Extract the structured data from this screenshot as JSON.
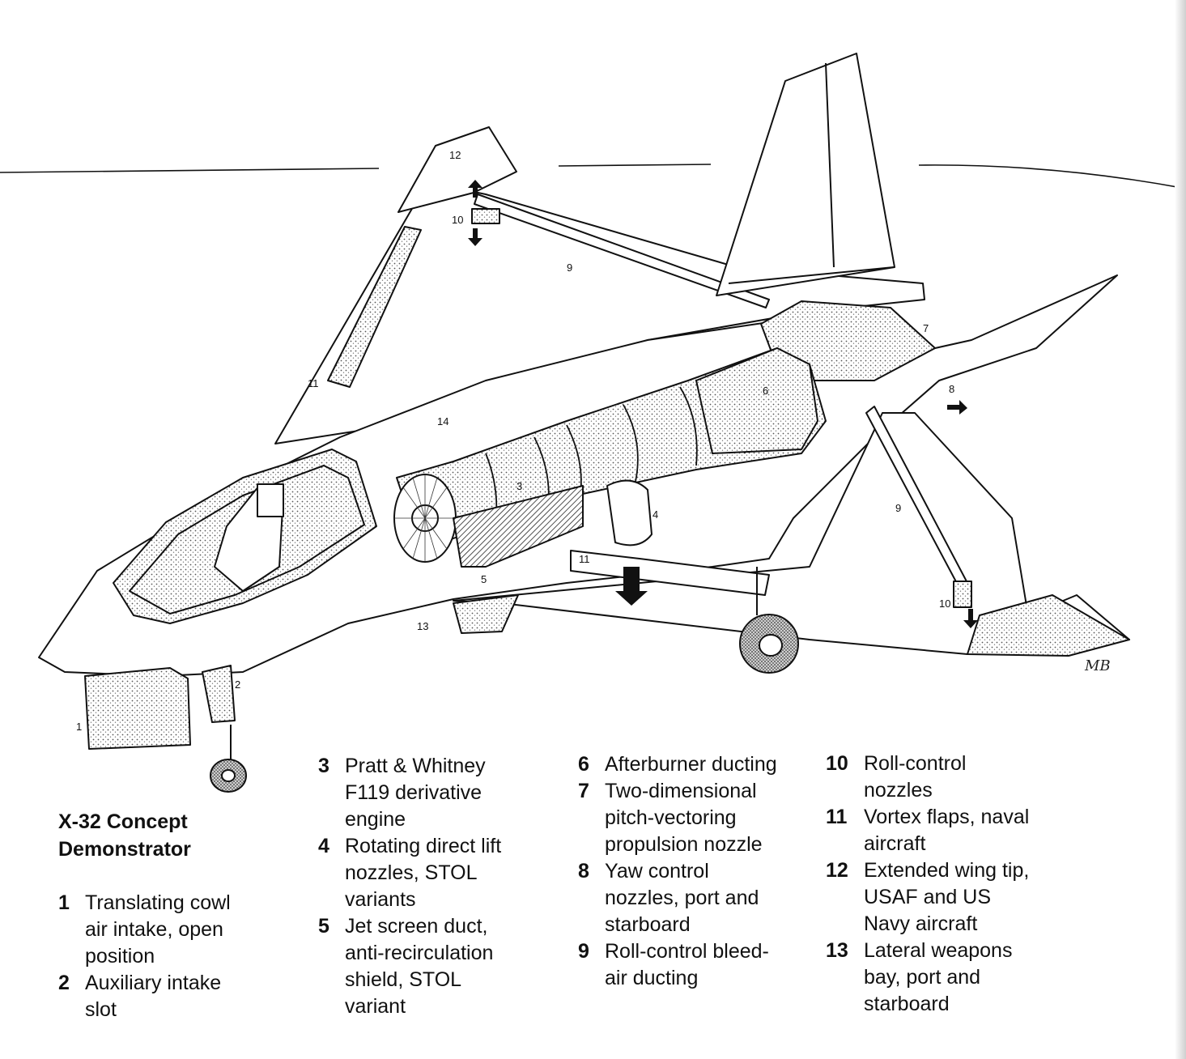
{
  "title": {
    "line1": "X-32 Concept",
    "line2": "Demonstrator"
  },
  "key": {
    "columns": [
      [
        {
          "num": "1",
          "text": "Translating cowl air intake, open position"
        },
        {
          "num": "2",
          "text": "Auxiliary intake slot"
        }
      ],
      [
        {
          "num": "3",
          "text": "Pratt & Whitney F119 derivative engine"
        },
        {
          "num": "4",
          "text": "Rotating direct lift nozzles, STOL variants"
        },
        {
          "num": "5",
          "text": "Jet screen duct, anti-recirculation shield, STOL variant"
        }
      ],
      [
        {
          "num": "6",
          "text": "Afterburner ducting"
        },
        {
          "num": "7",
          "text": "Two-dimensional pitch-vectoring propulsion nozzle"
        },
        {
          "num": "8",
          "text": "Yaw control nozzles, port and starboard"
        },
        {
          "num": "9",
          "text": "Roll-control bleed-air ducting"
        }
      ],
      [
        {
          "num": "10",
          "text": "Roll-control nozzles"
        },
        {
          "num": "11",
          "text": "Vortex flaps, naval aircraft"
        },
        {
          "num": "12",
          "text": "Extended wing tip, USAF and US Navy aircraft"
        },
        {
          "num": "13",
          "text": "Lateral weapons bay, port and starboard"
        }
      ]
    ]
  },
  "callouts": [
    "1",
    "2",
    "3",
    "4",
    "5",
    "6",
    "7",
    "8",
    "9",
    "9",
    "10",
    "10",
    "11",
    "11",
    "12",
    "13",
    "14"
  ],
  "signature": "MB"
}
